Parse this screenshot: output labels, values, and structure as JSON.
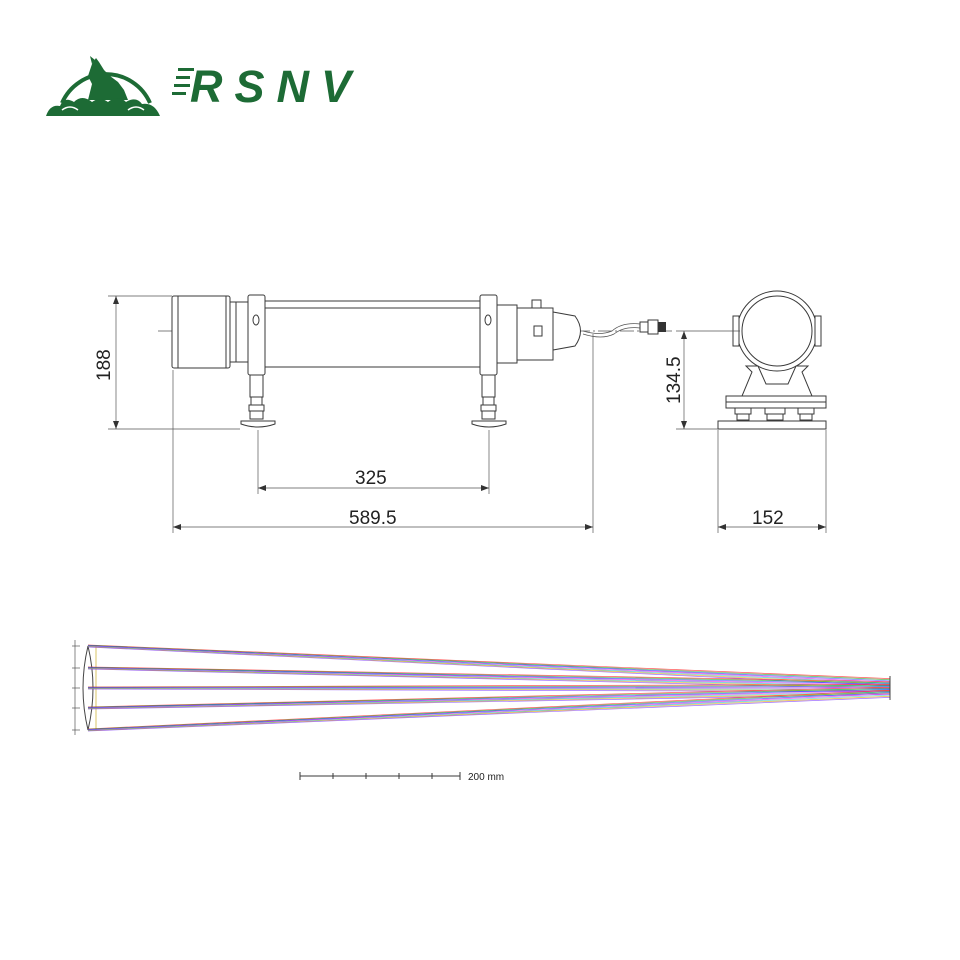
{
  "brand": {
    "name": "RSNV",
    "color": "#1d6b35"
  },
  "drawing": {
    "dimensions": {
      "overall_height": "188",
      "mount_spacing": "325",
      "overall_length": "589.5",
      "axis_height": "134.5",
      "base_width": "152"
    }
  },
  "ray_trace": {
    "scale_bar_label": "200 mm",
    "ray_colors": [
      "#ff2020",
      "#20a020",
      "#2030ff",
      "#e020e0",
      "#20c0c0",
      "#e0a000",
      "#8040ff"
    ]
  }
}
